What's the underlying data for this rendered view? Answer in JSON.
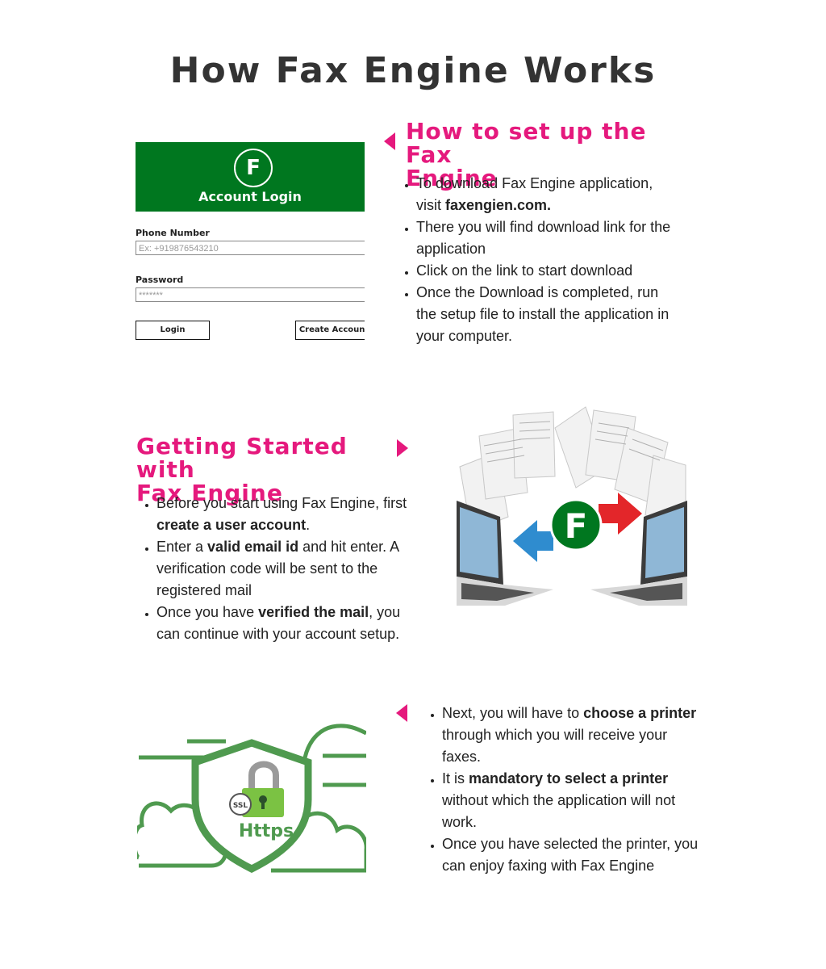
{
  "page_title": "How Fax Engine Works",
  "section1": {
    "heading": [
      "How to set up the Fax",
      "Engine"
    ],
    "login_mock": {
      "logo_letter": "F",
      "header_title": "Account Login",
      "phone_label": "Phone Number",
      "phone_placeholder": "Ex: +919876543210",
      "password_label": "Password",
      "password_value": "*******",
      "login_button": "Login",
      "create_account_button": "Create Account",
      "brand_color": "#00771f"
    },
    "bullets": [
      {
        "pre": "To download Fax Engine application, visit ",
        "bold": "faxengien.com.",
        "post": ""
      },
      {
        "pre": "There you will find download link for the application",
        "bold": "",
        "post": ""
      },
      {
        "pre": "Click on the link to start download",
        "bold": "",
        "post": ""
      },
      {
        "pre": "Once the Download is completed, run the setup file to install the application in your computer.",
        "bold": "",
        "post": ""
      }
    ]
  },
  "section2": {
    "heading": [
      "Getting Started with",
      "Fax Engine"
    ],
    "illustration": {
      "logo_letter": "F"
    },
    "bullets": [
      {
        "pre": "Before you start using Fax Engine, first ",
        "bold": "create a user account",
        "post": "."
      },
      {
        "pre": "Enter a ",
        "bold": "valid email id",
        "post": " and hit enter. A verification code will be sent to the registered mail"
      },
      {
        "pre": "Once you have ",
        "bold": "verified the mail",
        "post": ", you can continue with your account setup."
      }
    ]
  },
  "section3": {
    "illustration": {
      "badge_text": "SSL",
      "protocol_text": "Https"
    },
    "bullets": [
      {
        "pre": "Next, you will have to ",
        "bold": "choose a printer",
        "post": " through which you will receive your faxes."
      },
      {
        "pre": "It is ",
        "bold": "mandatory to select a printer",
        "post": " without which the application will not work."
      },
      {
        "pre": "Once you have selected the printer, you can enjoy faxing with Fax Engine",
        "bold": "",
        "post": ""
      }
    ]
  },
  "colors": {
    "accent": "#e5197d",
    "green": "#00771f",
    "shield_green": "#4f9a4f",
    "arrow_red": "#e3262a",
    "arrow_blue": "#2f8ccf"
  }
}
